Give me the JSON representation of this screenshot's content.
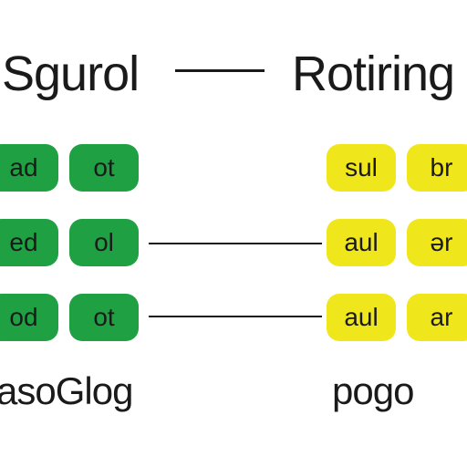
{
  "diagram": {
    "left_title": "Sgurol",
    "right_title": "Rotiring",
    "left_footer": "asoGlog",
    "right_footer": "pogo",
    "colors": {
      "green": "#1fa043",
      "yellow": "#f0e61c",
      "line": "#1a1a1a"
    },
    "rows": [
      {
        "green": [
          "ad",
          "ot"
        ],
        "yellow": [
          "sul",
          "br"
        ],
        "connected": false
      },
      {
        "green": [
          "ed",
          "ol"
        ],
        "yellow": [
          "aul",
          "ər"
        ],
        "connected": true
      },
      {
        "green": [
          "od",
          "ot"
        ],
        "yellow": [
          "aul",
          "ar"
        ],
        "connected": true
      }
    ]
  }
}
